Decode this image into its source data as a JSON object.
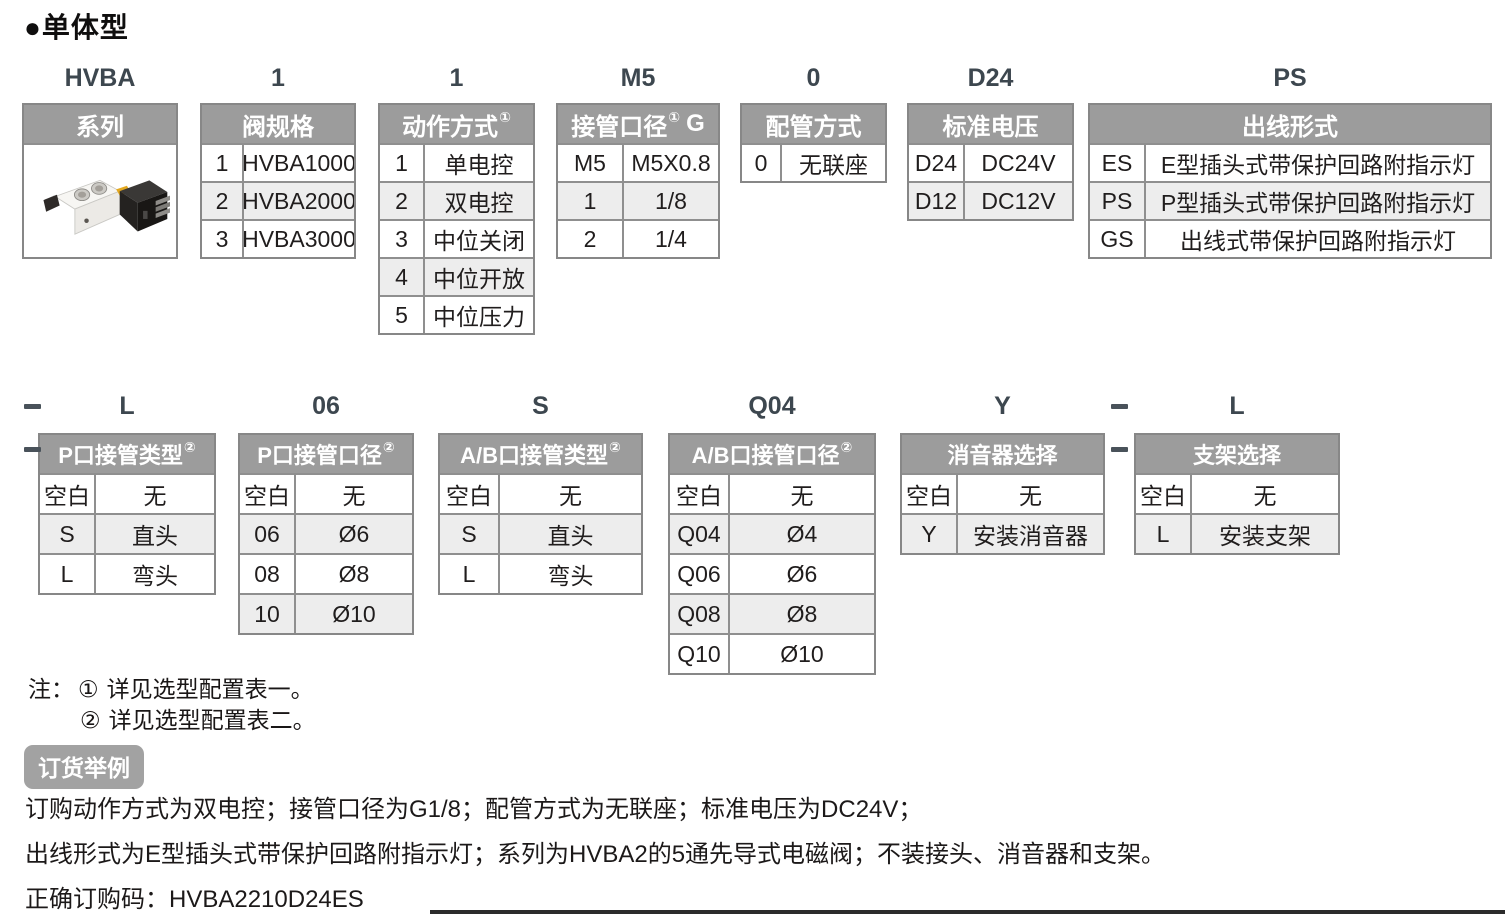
{
  "title": "●单体型",
  "colors": {
    "header_bg": "#9c9c9c",
    "row_alt_bg": "#ededed",
    "table_border": "#8f8f8f",
    "code_label": "#3d474f",
    "badge_bg": "#a2a2a2",
    "valve_yellow": "#e3a81f"
  },
  "section1": {
    "tables": [
      {
        "code": "HVBA",
        "header": "系列",
        "sup": "",
        "suffix": "",
        "image": "valve-photo",
        "rows": []
      },
      {
        "code": "1",
        "header": "阀规格",
        "sup": "",
        "suffix": "",
        "rows": [
          [
            "1",
            "HVBA1000"
          ],
          [
            "2",
            "HVBA2000"
          ],
          [
            "3",
            "HVBA3000"
          ]
        ]
      },
      {
        "code": "1",
        "header": "动作方式",
        "sup": "①",
        "suffix": "",
        "rows": [
          [
            "1",
            "单电控"
          ],
          [
            "2",
            "双电控"
          ],
          [
            "3",
            "中位关闭"
          ],
          [
            "4",
            "中位开放"
          ],
          [
            "5",
            "中位压力"
          ]
        ]
      },
      {
        "code": "M5",
        "header": "接管口径",
        "sup": "①",
        "suffix": "G",
        "rows": [
          [
            "M5",
            "M5X0.8"
          ],
          [
            "1",
            "1/8"
          ],
          [
            "2",
            "1/4"
          ]
        ]
      },
      {
        "code": "0",
        "header": "配管方式",
        "sup": "",
        "suffix": "",
        "rows": [
          [
            "0",
            "无联座"
          ]
        ]
      },
      {
        "code": "D24",
        "header": "标准电压",
        "sup": "",
        "suffix": "",
        "rows": [
          [
            "D24",
            "DC24V"
          ],
          [
            "D12",
            "DC12V"
          ]
        ]
      },
      {
        "code": "PS",
        "header": "出线形式",
        "sup": "",
        "suffix": "",
        "rows": [
          [
            "ES",
            "E型插头式带保护回路附指示灯"
          ],
          [
            "PS",
            "P型插头式带保护回路附指示灯"
          ],
          [
            "GS",
            "出线式带保护回路附指示灯"
          ]
        ]
      }
    ]
  },
  "section2": {
    "separator": "-",
    "tables": [
      {
        "code": "L",
        "header": "P口接管类型",
        "sup": "②",
        "suffix": "",
        "rows": [
          [
            "空白",
            "无"
          ],
          [
            "S",
            "直头"
          ],
          [
            "L",
            "弯头"
          ]
        ]
      },
      {
        "code": "06",
        "header": "P口接管口径",
        "sup": "②",
        "suffix": "",
        "rows": [
          [
            "空白",
            "无"
          ],
          [
            "06",
            "Ø6"
          ],
          [
            "08",
            "Ø8"
          ],
          [
            "10",
            "Ø10"
          ]
        ]
      },
      {
        "code": "S",
        "header": "A/B口接管类型",
        "sup": "②",
        "suffix": "",
        "rows": [
          [
            "空白",
            "无"
          ],
          [
            "S",
            "直头"
          ],
          [
            "L",
            "弯头"
          ]
        ]
      },
      {
        "code": "Q04",
        "header": "A/B口接管口径",
        "sup": "②",
        "suffix": "",
        "rows": [
          [
            "空白",
            "无"
          ],
          [
            "Q04",
            "Ø4"
          ],
          [
            "Q06",
            "Ø6"
          ],
          [
            "Q08",
            "Ø8"
          ],
          [
            "Q10",
            "Ø10"
          ]
        ]
      },
      {
        "code": "Y",
        "header": "消音器选择",
        "sup": "",
        "suffix": "",
        "rows": [
          [
            "空白",
            "无"
          ],
          [
            "Y",
            "安装消音器"
          ]
        ]
      },
      {
        "code": "L",
        "header": "支架选择",
        "sup": "",
        "suffix": "",
        "rows": [
          [
            "空白",
            "无"
          ],
          [
            "L",
            "安装支架"
          ]
        ]
      }
    ]
  },
  "notes": {
    "label": "注：",
    "items": [
      {
        "marker": "①",
        "text": "详见选型配置表一。"
      },
      {
        "marker": "②",
        "text": "详见选型配置表二。"
      }
    ]
  },
  "order_example": {
    "badge": "订货举例",
    "lines": [
      "订购动作方式为双电控；接管口径为G1/8；配管方式为无联座；标准电压为DC24V；",
      "出线形式为E型插头式带保护回路附指示灯；系列为HVBA2的5通先导式电磁阀；不装接头、消音器和支架。",
      "正确订购码：HVBA2210D24ES"
    ]
  }
}
